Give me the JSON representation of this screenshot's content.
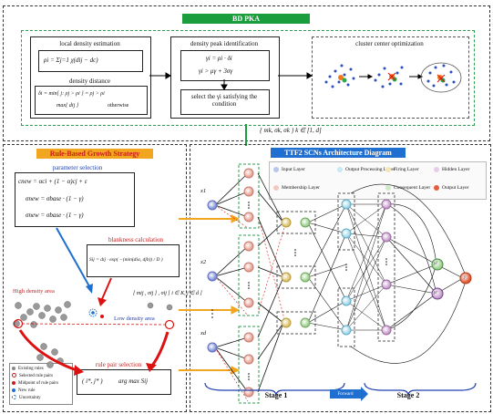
{
  "top": {
    "title": "BD PKA",
    "local_density": {
      "label": "local density estimation",
      "eq": "ρi = Σj=1 χ(dij − dc)"
    },
    "density_distance": {
      "label": "density distance",
      "eq1": "δi = min{ j: ρj > ρi } = ρj > ρi",
      "eq2": "max{ dij }",
      "otherwise": "otherwise"
    },
    "peak": {
      "label": "density peak identification",
      "eq1": "γi = ρi · δi",
      "eq2": "γi > μγ + 3σγ",
      "select": "select the γi satisfying the condition"
    },
    "cluster": {
      "label": "cluster center optimization"
    },
    "output_eq": "{ mk, σk, σk } k ∈ [1, d]"
  },
  "left": {
    "title": "Rule-Based Growth Strategy",
    "param": {
      "label": "parameter selection",
      "eq1": "cnew = αci + (1 − α)cj + ε",
      "eq2": "σnew = σbase · (1 − γ)",
      "eq3": "σnew = σbase · (1 − γ)"
    },
    "blankness": {
      "label": "blankness calculation",
      "eq": "Sij = dij · exp( −(min(dia, djb)) / D )"
    },
    "high_density": "High density area",
    "low_density": "Low density area",
    "rule_pair": {
      "label": "rule pair selection",
      "eq1": "( i*, j* )",
      "eq2": "arg max Sij"
    },
    "legend": [
      "Existing rules",
      "Selected rule pairs",
      "Midpoint of rule pairs",
      "New rule",
      "Uncertainty"
    ],
    "side_eq": "[ mij , σij ] , σij [ i ∈ K, j ∈ d ]"
  },
  "right": {
    "title": "TTF2 SCNs Architecture Diagram",
    "legend": [
      "Input Layer",
      "Output Processing Layer",
      "Firing Layer",
      "Hidden Layer",
      "Membership Layer",
      "Consequent Layer",
      "Output Layer"
    ],
    "inputs": [
      "x1",
      "x2",
      "xd"
    ],
    "outputs": [
      "yl",
      "yr",
      "y"
    ],
    "stage1": "Stage 1",
    "stage2": "Stage 2",
    "middle": "Forward"
  },
  "colors": {
    "green": "#1a9d3c",
    "orange": "#f2a51e",
    "blue": "#1f6fd0",
    "dashed_green": "#2e9e4f"
  }
}
